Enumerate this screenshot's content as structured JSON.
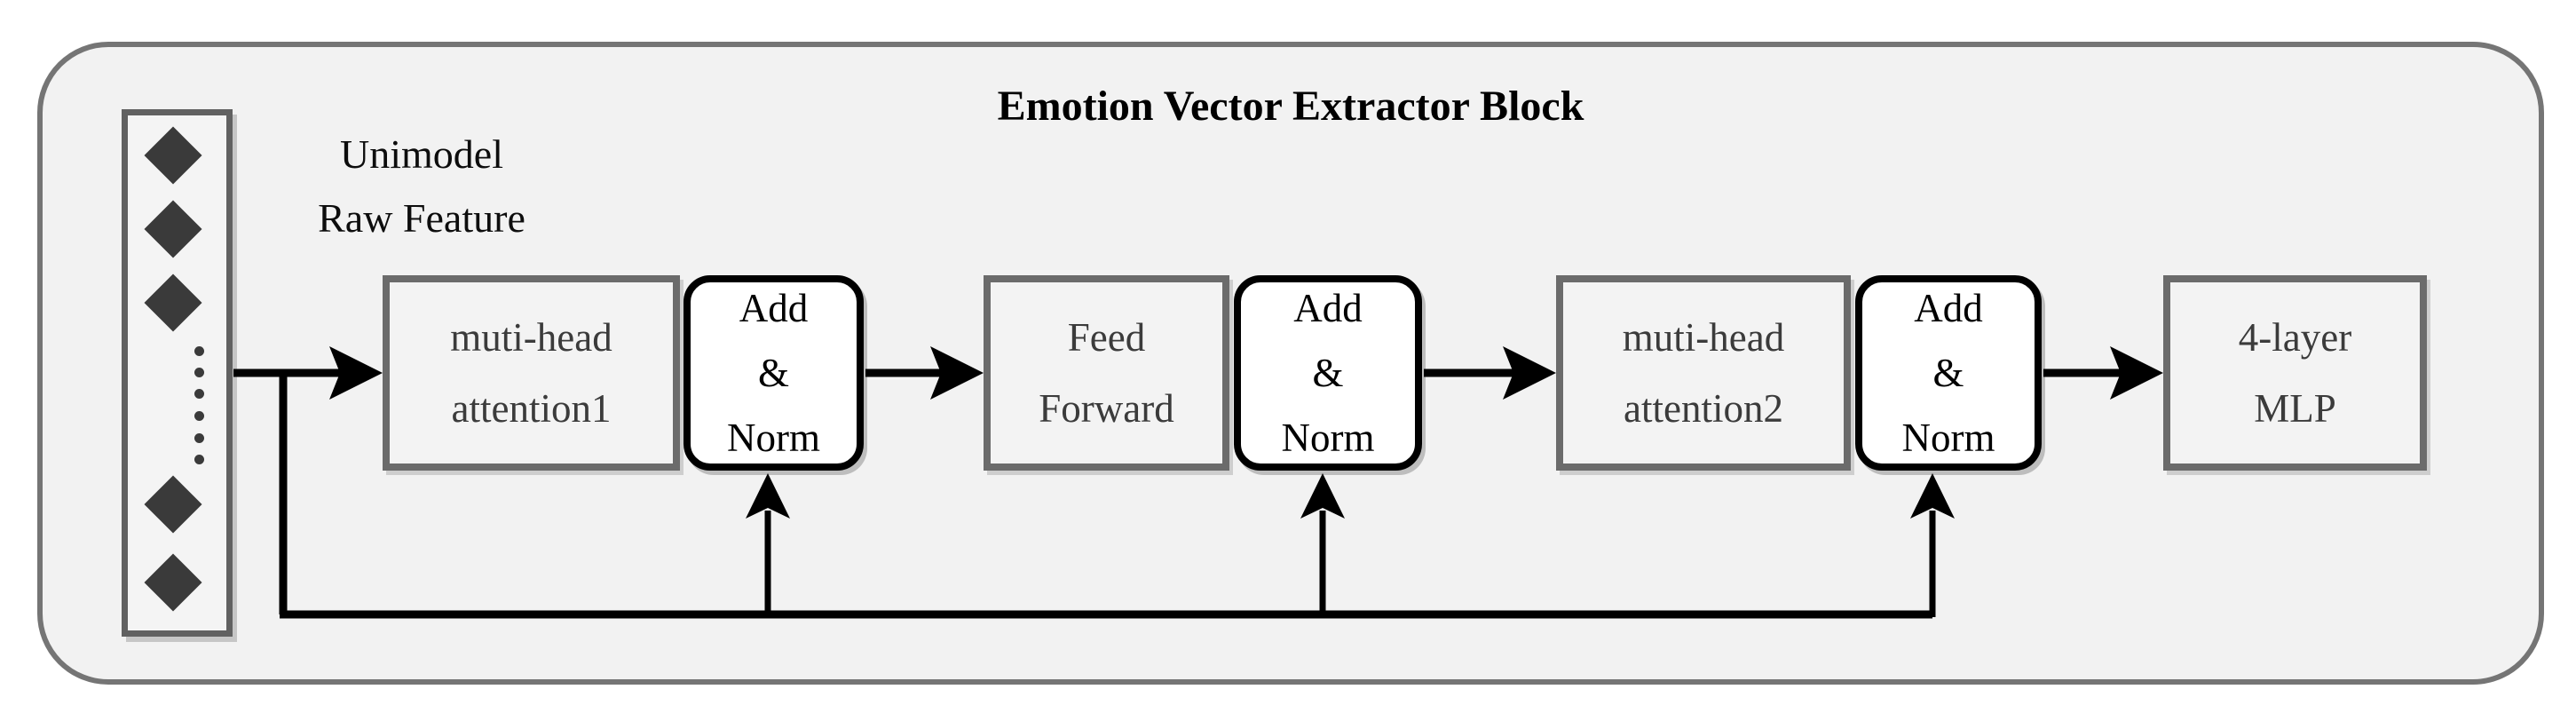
{
  "diagram": {
    "title": "Emotion Vector Extractor Block",
    "input_feature": {
      "label_line1": "Unimodel",
      "label_line2": "Raw Feature",
      "marker_icon": "diamond",
      "ellipsis_icon": "vertical-dotted-line",
      "marker_count": 5,
      "ellipsis_dot_count": 6
    },
    "flow": {
      "mha1": {
        "line1": "muti-head",
        "line2": "attention1"
      },
      "addnorm1": {
        "line1": "Add",
        "line2": "&",
        "line3": "Norm"
      },
      "feed_forward": {
        "line1": "Feed",
        "line2": "Forward"
      },
      "addnorm2": {
        "line1": "Add",
        "line2": "&",
        "line3": "Norm"
      },
      "mha2": {
        "line1": "muti-head",
        "line2": "attention2"
      },
      "addnorm3": {
        "line1": "Add",
        "line2": "&",
        "line3": "Norm"
      },
      "mlp": {
        "line1": "4-layer",
        "line2": "MLP"
      }
    },
    "colors": {
      "canvas_background": "#ffffff",
      "container_fill": "#f2f2f2",
      "container_border": "#757575",
      "gray_box_fill": "#f3f3f3",
      "gray_box_border": "#6b6b6b",
      "gray_box_text": "#3b3b3b",
      "addnorm_fill": "#ffffff",
      "addnorm_border": "#000000",
      "marker_fill": "#3a3a3a",
      "arrow": "#000000"
    }
  }
}
